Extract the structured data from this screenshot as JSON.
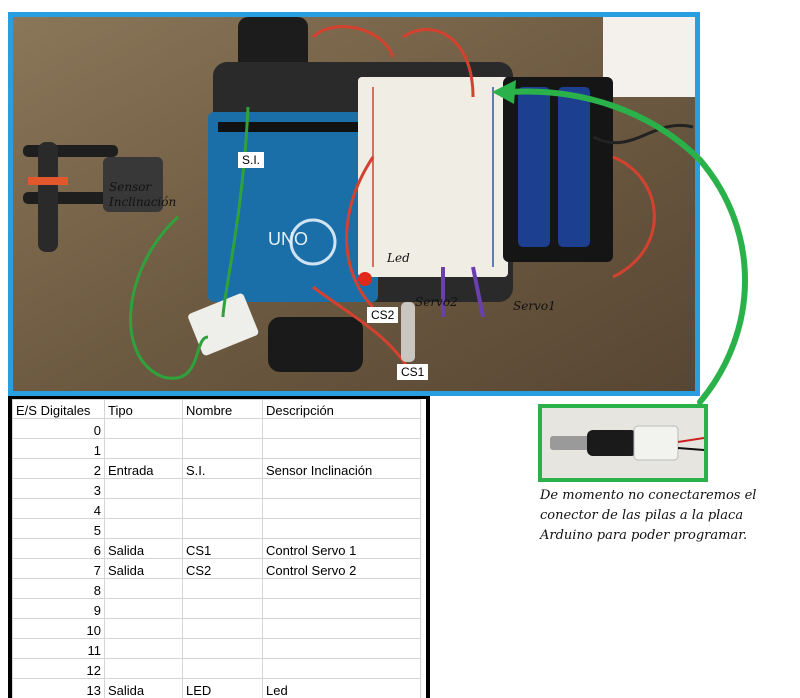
{
  "photo": {
    "labels": {
      "si": "S.I.",
      "sensor": "Sensor\nInclinación",
      "led": "Led",
      "servo2": "Servo2",
      "servo1": "Servo1",
      "cs2": "CS2",
      "cs1": "CS1"
    }
  },
  "table": {
    "headers": [
      "E/S Digitales",
      "Tipo",
      "Nombre",
      "Descripción"
    ],
    "rows": [
      [
        "0",
        "",
        "",
        ""
      ],
      [
        "1",
        "",
        "",
        ""
      ],
      [
        "2",
        "Entrada",
        "S.I.",
        "Sensor Inclinación"
      ],
      [
        "3",
        "",
        "",
        ""
      ],
      [
        "4",
        "",
        "",
        ""
      ],
      [
        "5",
        "",
        "",
        ""
      ],
      [
        "6",
        "Salida",
        "CS1",
        "Control Servo 1"
      ],
      [
        "7",
        "Salida",
        "CS2",
        "Control Servo 2"
      ],
      [
        "8",
        "",
        "",
        ""
      ],
      [
        "9",
        "",
        "",
        ""
      ],
      [
        "10",
        "",
        "",
        ""
      ],
      [
        "11",
        "",
        "",
        ""
      ],
      [
        "12",
        "",
        "",
        ""
      ],
      [
        "13",
        "Salida",
        "LED",
        "Led"
      ]
    ]
  },
  "note": "De momento no conectaremos el conector de las pilas a la placa Arduino para poder programar.",
  "colors": {
    "photo_border": "#2a9fe0",
    "arrow": "#2bb14a",
    "arduino": "#1b6fa8"
  }
}
